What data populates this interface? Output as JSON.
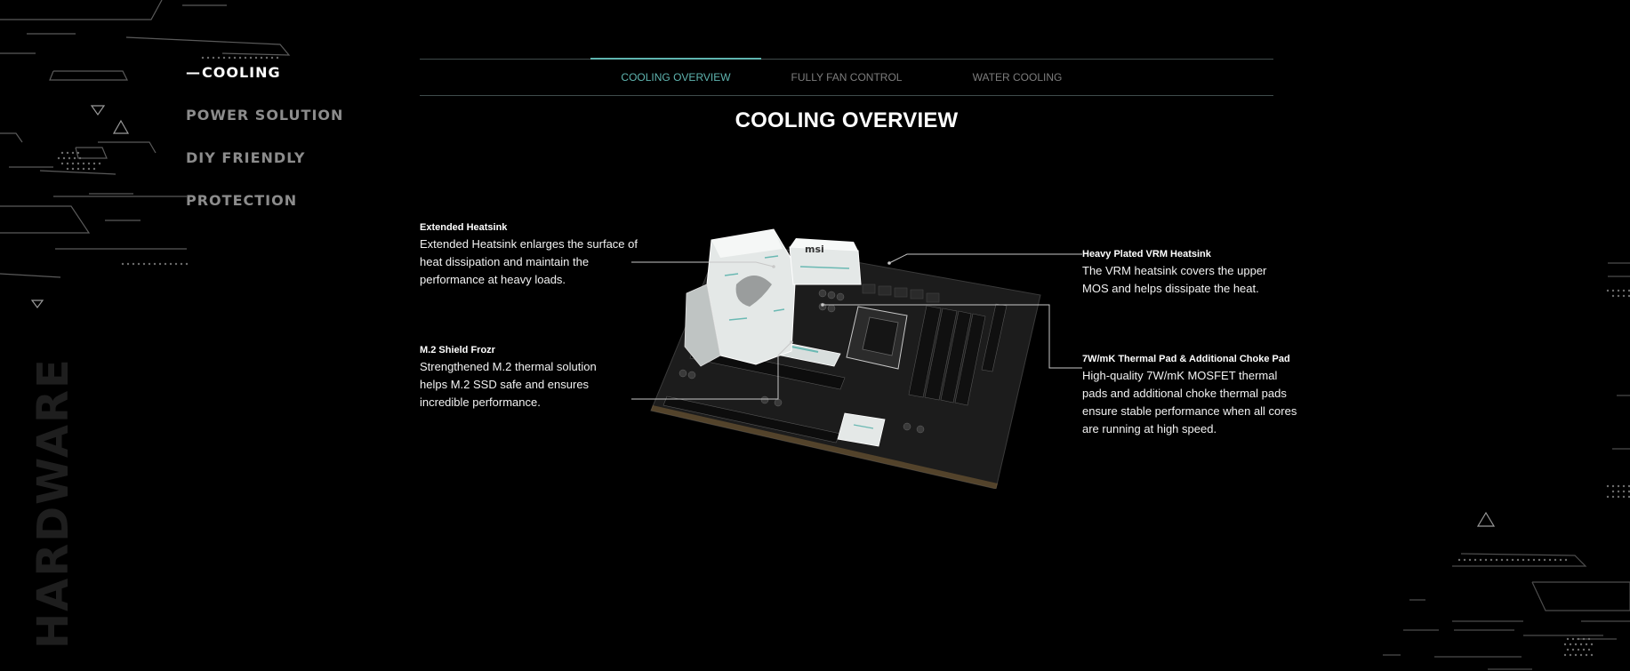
{
  "vertical_word": "HARDWARE",
  "side_nav": {
    "items": [
      {
        "label": "COOLING",
        "active": true
      },
      {
        "label": "POWER SOLUTION",
        "active": false
      },
      {
        "label": "DIY FRIENDLY",
        "active": false
      },
      {
        "label": "PROTECTION",
        "active": false
      }
    ],
    "active_marker": "—"
  },
  "tabs": [
    {
      "label": "COOLING OVERVIEW",
      "active": true
    },
    {
      "label": "FULLY FAN CONTROL",
      "active": false
    },
    {
      "label": "WATER COOLING",
      "active": false
    }
  ],
  "section_title": "COOLING OVERVIEW",
  "features": [
    {
      "title": "Extended Heatsink",
      "desc": "Extended Heatsink enlarges the surface of heat dissipation and maintain the performance at heavy loads."
    },
    {
      "title": "M.2 Shield Frozr",
      "desc": "Strengthened M.2 thermal solution helps M.2 SSD safe and ensures incredible performance."
    },
    {
      "title": "Heavy Plated VRM Heatsink",
      "desc": "The VRM heatsink covers the upper MOS and helps dissipate the heat."
    },
    {
      "title": "7W/mK Thermal Pad & Additional Choke Pad",
      "desc": "High-quality 7W/mK MOSFET thermal pads and additional choke thermal pads ensure stable performance when all cores are running at high speed."
    }
  ],
  "board_logo": "msi",
  "colors": {
    "accent": "#5fb5b0",
    "background": "#000000",
    "nav_inactive": "#8c8c8c"
  }
}
